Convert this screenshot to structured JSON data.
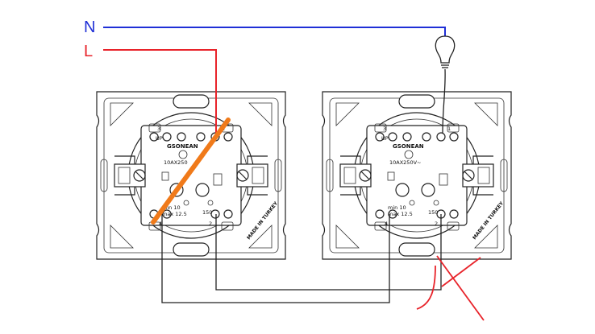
{
  "labels": {
    "neutral": "N",
    "live": "L"
  },
  "switches": [
    {
      "brand": "GSONEAN",
      "up": "UP",
      "rating": "10AX250",
      "min_max_1": "min 10",
      "min_max_2": "max 12.5",
      "t1": "1",
      "t2": "2",
      "t3": "3",
      "t4": "4",
      "dim": "150",
      "made": "MADE IN TURKEY"
    },
    {
      "brand": "GSONEAN",
      "up": "UP",
      "rating": "10AX250V~",
      "min_max_1": "min 10",
      "min_max_2": "max 12.5",
      "t1": "1",
      "t2": "2",
      "t3": "3",
      "t4": "4",
      "dim": "150",
      "made": "MADE IN TURKEY"
    }
  ],
  "colors": {
    "neutral": "#1f2fd6",
    "live": "#e8232a",
    "jumper": "#f07a1a",
    "outline": "#222222",
    "cross": "#e8232a"
  }
}
